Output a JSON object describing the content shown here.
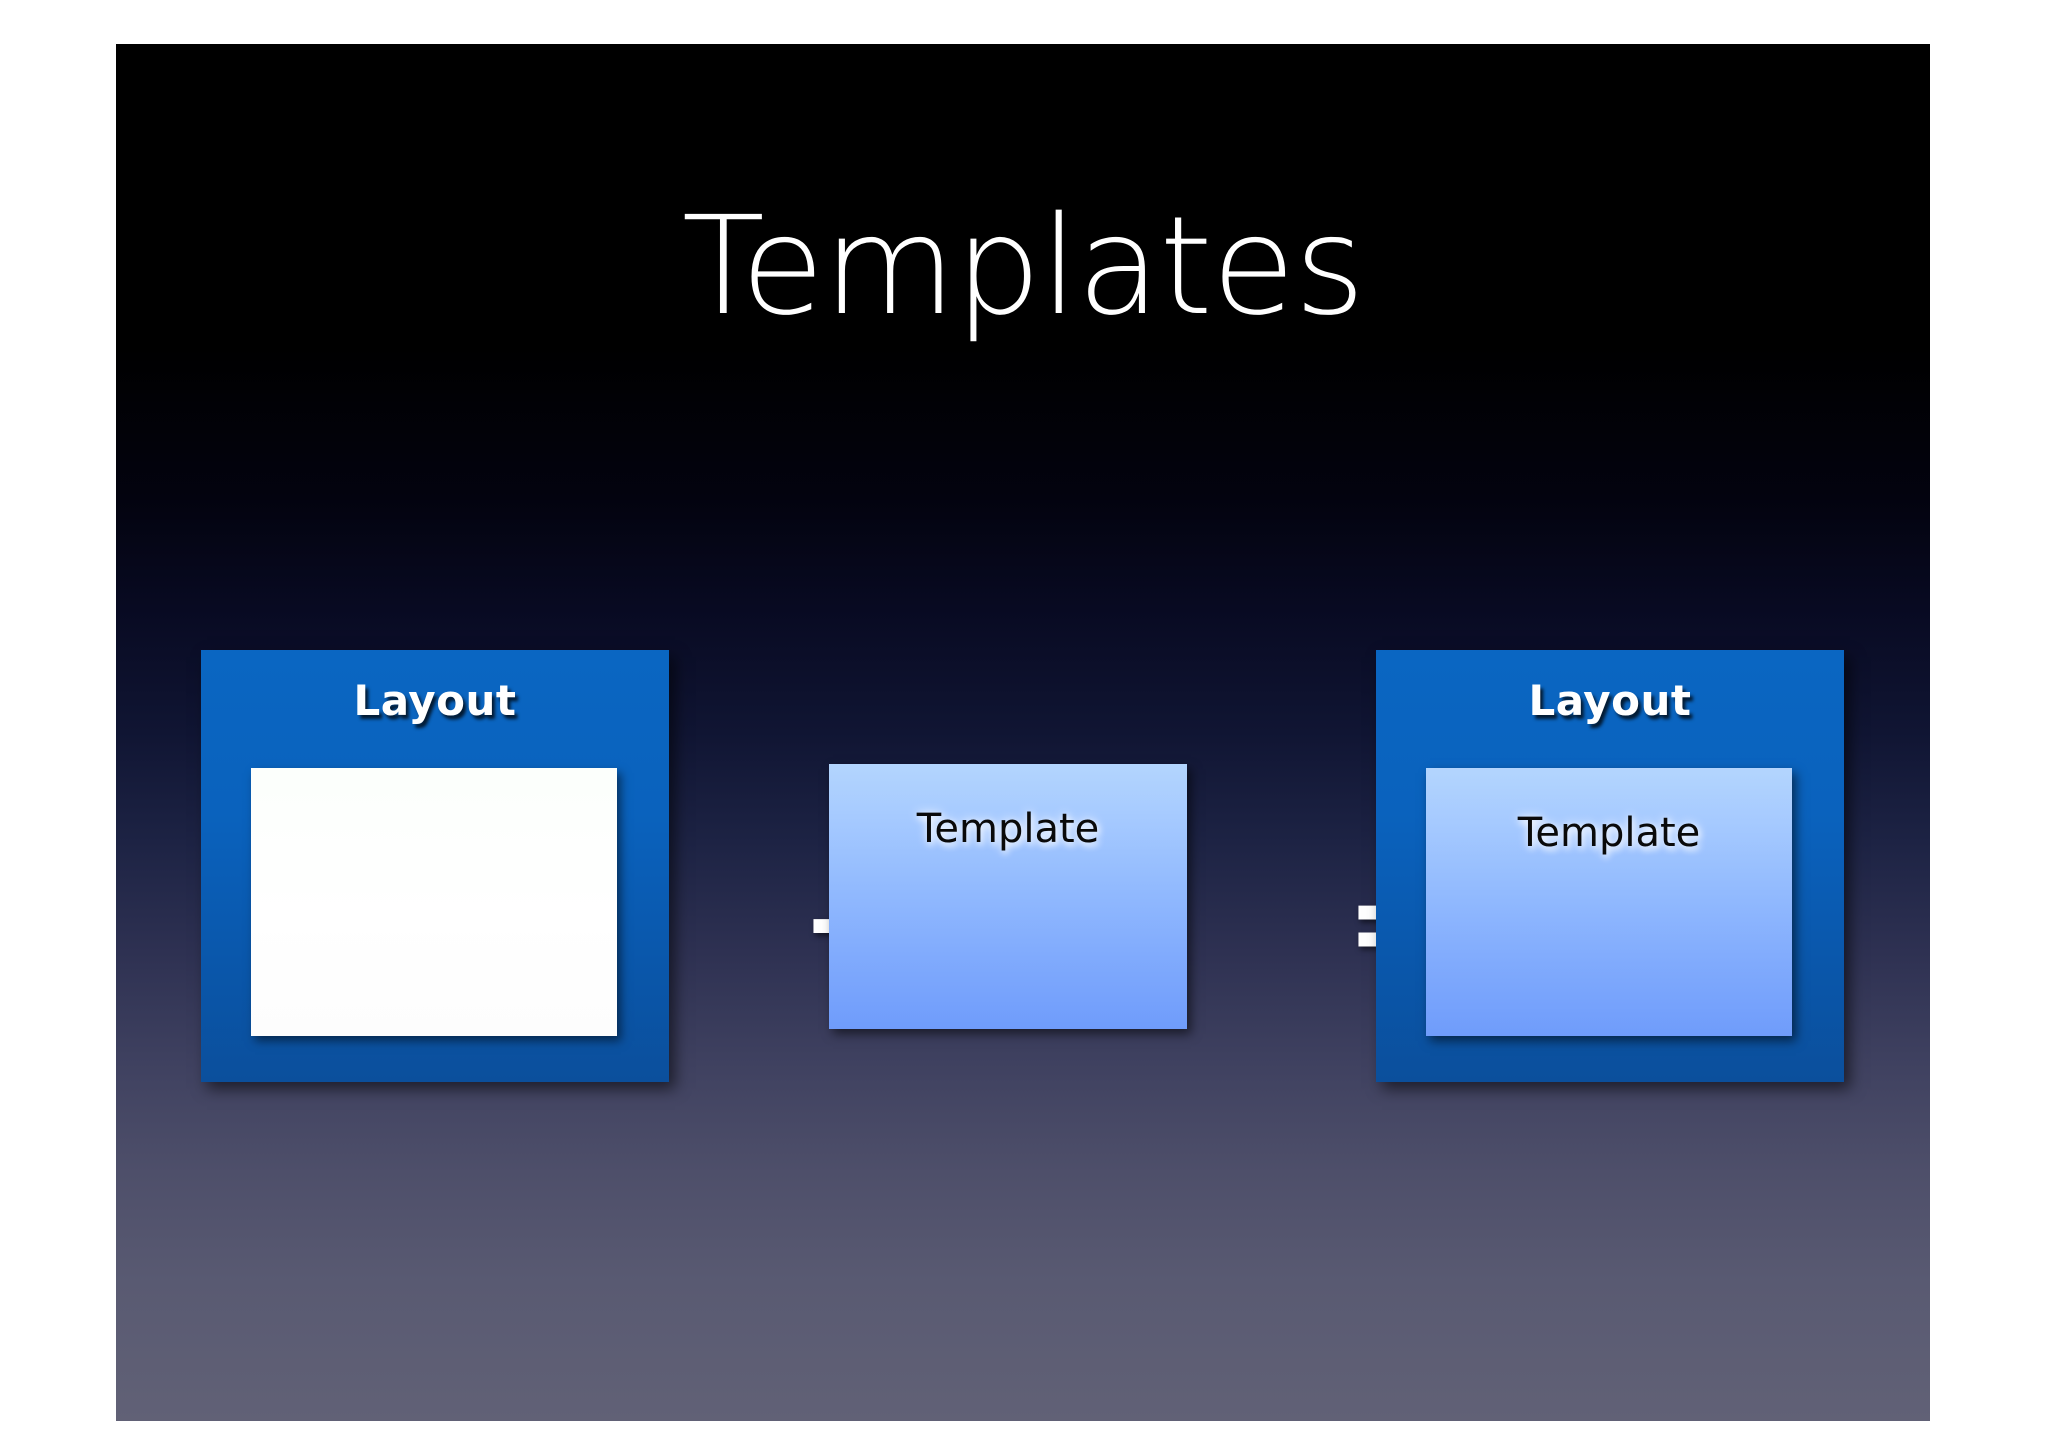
{
  "slide": {
    "title": "Templates",
    "background": {
      "top_color": "#000000",
      "mid_color": "#101533",
      "bottom_color": "#616176"
    }
  },
  "diagram": {
    "accent_frame_color": "#0a66c2",
    "template_fill_top": "#b3d5fe",
    "template_fill_bottom": "#6f9cfb",
    "empty_fill_color": "#ffffff",
    "shapes": [
      {
        "id": "layout-empty",
        "frame_label": "Layout",
        "inner_label": ""
      },
      {
        "id": "template-alone",
        "frame_label": "",
        "inner_label": "Template"
      },
      {
        "id": "layout-template",
        "frame_label": "Layout",
        "inner_label": "Template"
      }
    ],
    "operators": {
      "plus": "+",
      "equals": "="
    }
  }
}
